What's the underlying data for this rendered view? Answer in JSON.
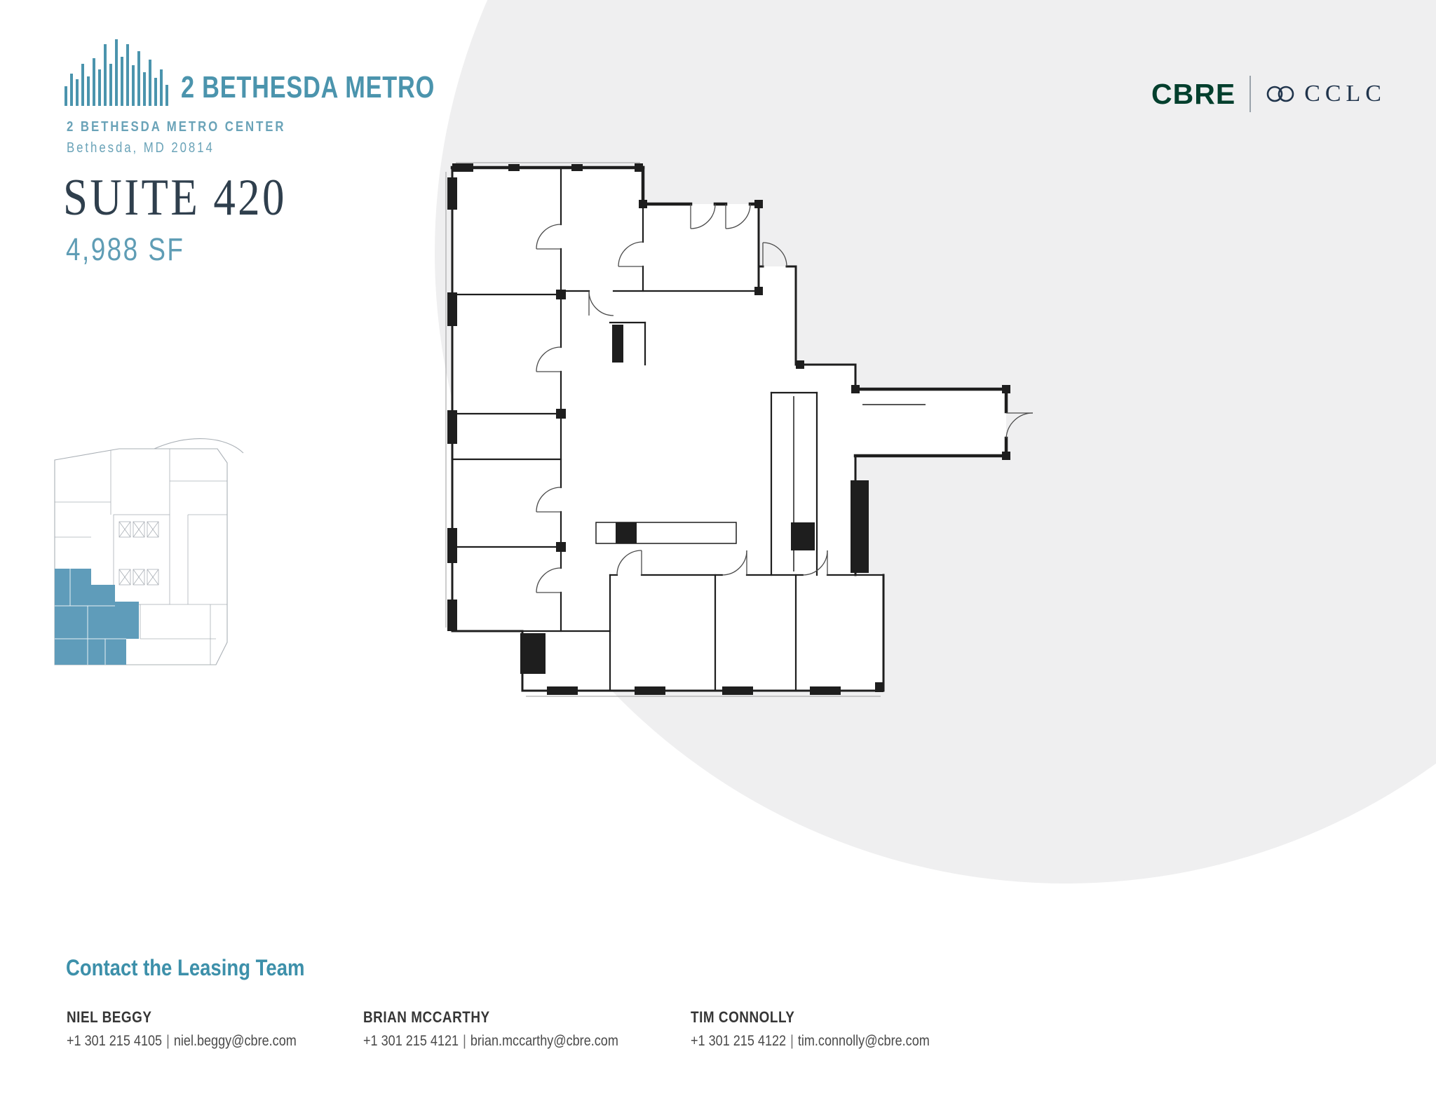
{
  "colors": {
    "accent_teal": "#4b94ad",
    "light_teal": "#6aa3b8",
    "suite_highlight_fill": "#5f9cba",
    "suite_title_ink": "#2f3f4d",
    "cbre_green": "#033f2d",
    "cclc_navy": "#20344c",
    "background_circle_gray": "#efeff0",
    "floorplan_ink": "#1e1e1e",
    "keyplan_gray": "#aab0b6"
  },
  "header": {
    "logo_icon": "building-bars-logo",
    "building_name": "2 BETHESDA METRO",
    "address_line1": "2 BETHESDA METRO CENTER",
    "address_line2": "Bethesda, MD 20814"
  },
  "suite": {
    "title": "SUITE 420",
    "area": "4,988 SF"
  },
  "brands": {
    "cbre_label": "CBRE",
    "cclc_icon": "interlocked-rings-icon",
    "cclc_label": "CCLC"
  },
  "contact": {
    "heading": "Contact the Leasing Team",
    "separator": "|",
    "people": [
      {
        "name": "NIEL BEGGY",
        "phone": "+1 301 215 4105",
        "email": "niel.beggy@cbre.com"
      },
      {
        "name": "BRIAN MCCARTHY",
        "phone": "+1 301 215 4121",
        "email": "brian.mccarthy@cbre.com"
      },
      {
        "name": "TIM CONNOLLY",
        "phone": "+1 301 215 4122",
        "email": "tim.connolly@cbre.com"
      }
    ]
  }
}
